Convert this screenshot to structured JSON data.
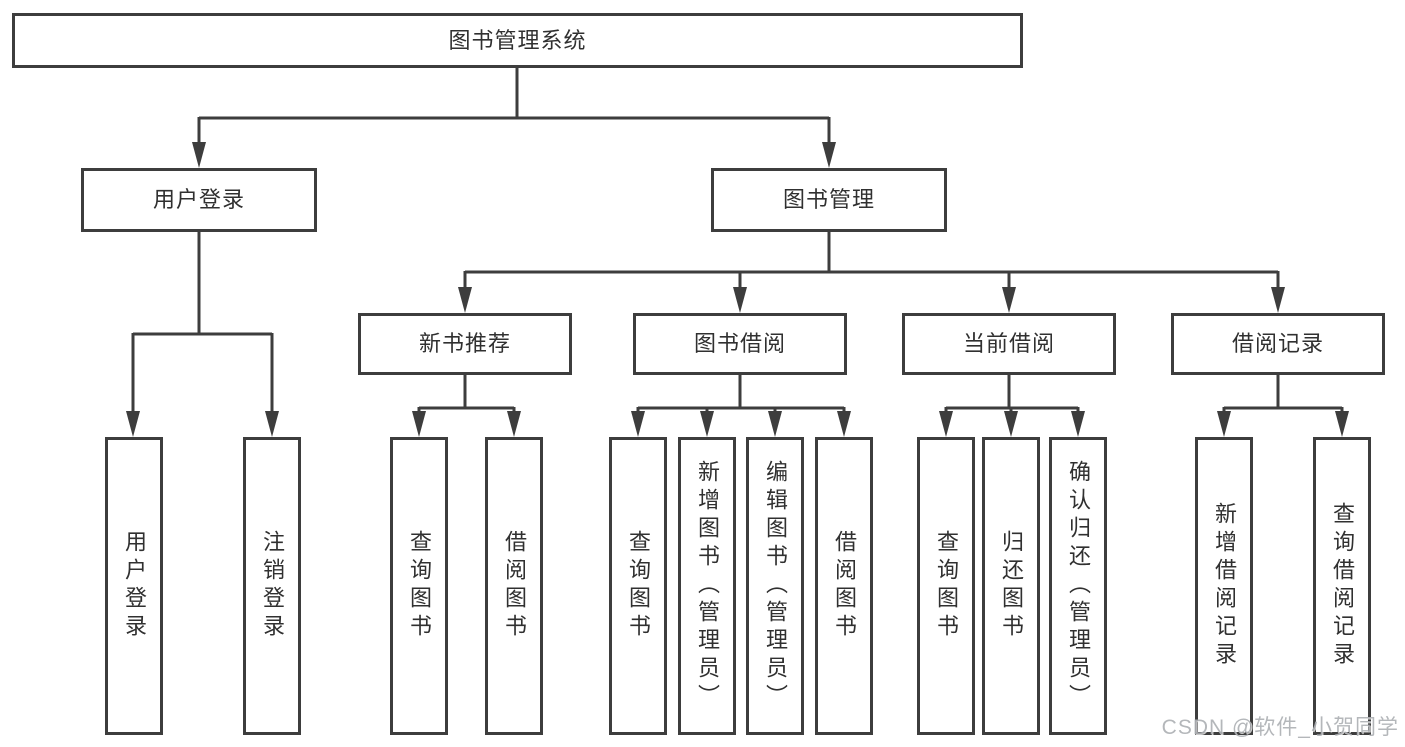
{
  "diagram": {
    "tree": {
      "label": "图书管理系统",
      "children": [
        {
          "label": "用户登录",
          "children": [
            {
              "label": "用户登录"
            },
            {
              "label": "注销登录"
            }
          ]
        },
        {
          "label": "图书管理",
          "children": [
            {
              "label": "新书推荐",
              "children": [
                {
                  "label": "查询图书"
                },
                {
                  "label": "借阅图书"
                }
              ]
            },
            {
              "label": "图书借阅",
              "children": [
                {
                  "label": "查询图书"
                },
                {
                  "label": "新增图书（管理员）"
                },
                {
                  "label": "编辑图书（管理员）"
                },
                {
                  "label": "借阅图书"
                }
              ]
            },
            {
              "label": "当前借阅",
              "children": [
                {
                  "label": "查询图书"
                },
                {
                  "label": "归还图书"
                },
                {
                  "label": "确认归还（管理员）"
                }
              ]
            },
            {
              "label": "借阅记录",
              "children": [
                {
                  "label": "新增借阅记录"
                },
                {
                  "label": "查询借阅记录"
                }
              ]
            }
          ]
        }
      ]
    },
    "watermark": "CSDN @软件_小贺同学",
    "colors": {
      "line": "#3d3d3d",
      "text": "#303030",
      "watermark": "#aeb1b5",
      "background": "#ffffff"
    }
  }
}
